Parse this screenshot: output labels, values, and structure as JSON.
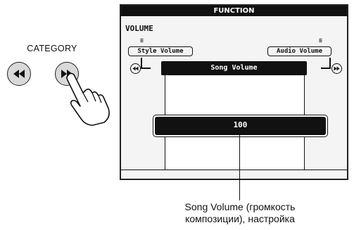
{
  "category": {
    "label": "CATEGORY",
    "buttons": [
      {
        "name": "category-prev",
        "icon": "rewind-icon"
      },
      {
        "name": "category-next",
        "icon": "fast-forward-icon"
      }
    ]
  },
  "screen": {
    "title": "FUNCTION",
    "section": "VOLUME",
    "tabs": {
      "left": "Style Volume",
      "right": "Audio Volume",
      "marker": "≡"
    },
    "current_param": "Song Volume",
    "value": "100"
  },
  "annotation": {
    "line1": "Song Volume (громкость",
    "line2": "композиции), настройка"
  },
  "colors": {
    "dark": "#111111",
    "button_fill": "#d9d9d9",
    "screen_bg": "#f4f4f4"
  }
}
